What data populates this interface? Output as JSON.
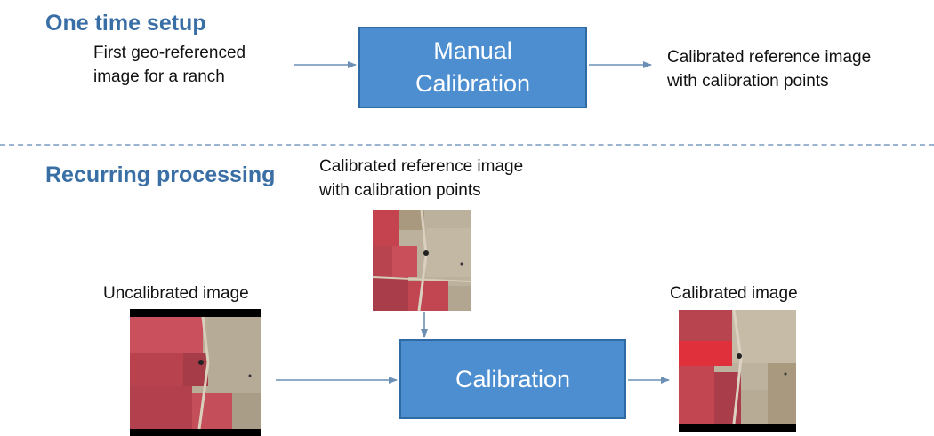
{
  "sections": {
    "one_time_title": "One time setup",
    "recurring_title": "Recurring processing"
  },
  "top_row": {
    "input_line1": "First geo-referenced",
    "input_line2": "image for a ranch",
    "box_line1": "Manual",
    "box_line2": "Calibration",
    "output_line1": "Calibrated reference image",
    "output_line2": "with calibration points"
  },
  "bottom_row": {
    "reference_line1": "Calibrated reference image",
    "reference_line2": "with calibration points",
    "uncalibrated_label": "Uncalibrated image",
    "box_label": "Calibration",
    "calibrated_label": "Calibrated image"
  },
  "colors": {
    "heading": "#3a6fa6",
    "box_fill": "#4d8ed0",
    "box_border": "#2e6aa3",
    "arrow": "#6b8fb5",
    "field_red": "#c0404d",
    "field_tan": "#b9ad98"
  }
}
